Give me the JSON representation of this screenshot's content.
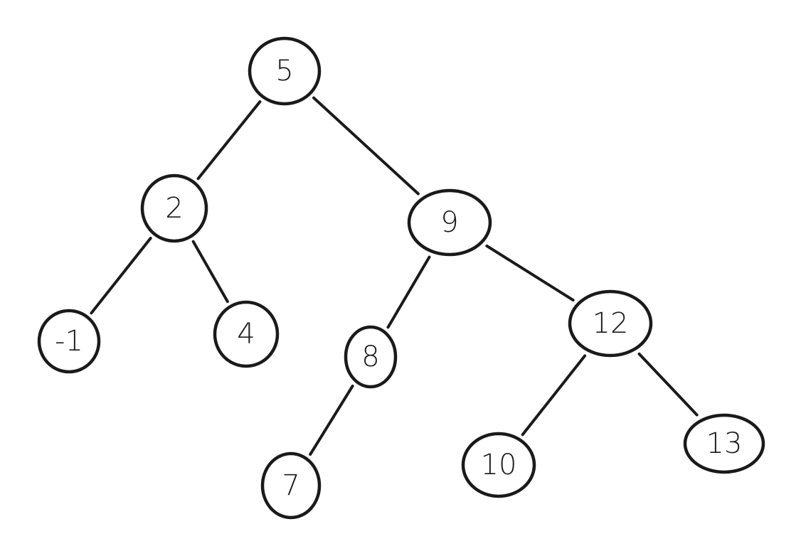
{
  "tree": {
    "nodes": [
      {
        "id": "n5",
        "label": "5"
      },
      {
        "id": "n2",
        "label": "2"
      },
      {
        "id": "n9",
        "label": "9"
      },
      {
        "id": "nm1",
        "label": "-1"
      },
      {
        "id": "n4",
        "label": "4"
      },
      {
        "id": "n8",
        "label": "8"
      },
      {
        "id": "n12",
        "label": "12"
      },
      {
        "id": "n7",
        "label": "7"
      },
      {
        "id": "n10",
        "label": "10"
      },
      {
        "id": "n13",
        "label": "13"
      }
    ],
    "edges": [
      {
        "from": "n5",
        "to": "n2"
      },
      {
        "from": "n5",
        "to": "n9"
      },
      {
        "from": "n2",
        "to": "nm1"
      },
      {
        "from": "n2",
        "to": "n4"
      },
      {
        "from": "n9",
        "to": "n8"
      },
      {
        "from": "n9",
        "to": "n12"
      },
      {
        "from": "n8",
        "to": "n7"
      },
      {
        "from": "n12",
        "to": "n10"
      },
      {
        "from": "n12",
        "to": "n13"
      }
    ]
  }
}
